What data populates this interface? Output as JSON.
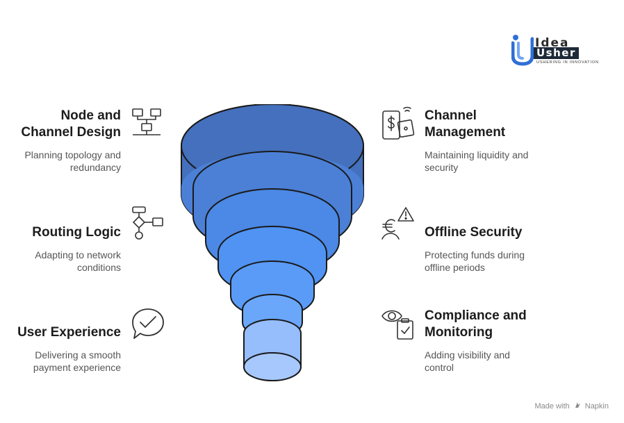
{
  "logo": {
    "line1": "Idea",
    "line2": "Usher",
    "tagline": "USHERING IN INNOVATION"
  },
  "left": [
    {
      "title_line1": "Node and",
      "title_line2": "Channel Design",
      "desc_line1": "Planning topology and",
      "desc_line2": "redundancy",
      "icon": "network-nodes-icon"
    },
    {
      "title_line1": "Routing Logic",
      "desc_line1": "Adapting to network",
      "desc_line2": "conditions",
      "icon": "flowchart-icon"
    },
    {
      "title_line1": "User Experience",
      "desc_line1": "Delivering a smooth",
      "desc_line2": "payment experience",
      "icon": "chat-check-icon"
    }
  ],
  "right": [
    {
      "title_line1": "Channel",
      "title_line2": "Management",
      "desc_line1": "Maintaining liquidity and",
      "desc_line2": "security",
      "icon": "wallet-dollar-icon"
    },
    {
      "title_line1": "Offline Security",
      "desc_line1": "Protecting funds during",
      "desc_line2": "offline periods",
      "icon": "euro-warning-icon"
    },
    {
      "title_line1": "Compliance and",
      "title_line2": "Monitoring",
      "desc_line1": "Adding visibility and",
      "desc_line2": "control",
      "icon": "eye-clipboard-icon"
    }
  ],
  "colors": {
    "layer1": "#4470bd",
    "layer2": "#4b80d6",
    "layer3": "#4c88e5",
    "layer4": "#5093f2",
    "layer5": "#5a9bf8",
    "layer6": "#6aa7fb",
    "layer7": "#96bdfc"
  },
  "footer": {
    "made_with": "Made with",
    "brand": "Napkin"
  }
}
